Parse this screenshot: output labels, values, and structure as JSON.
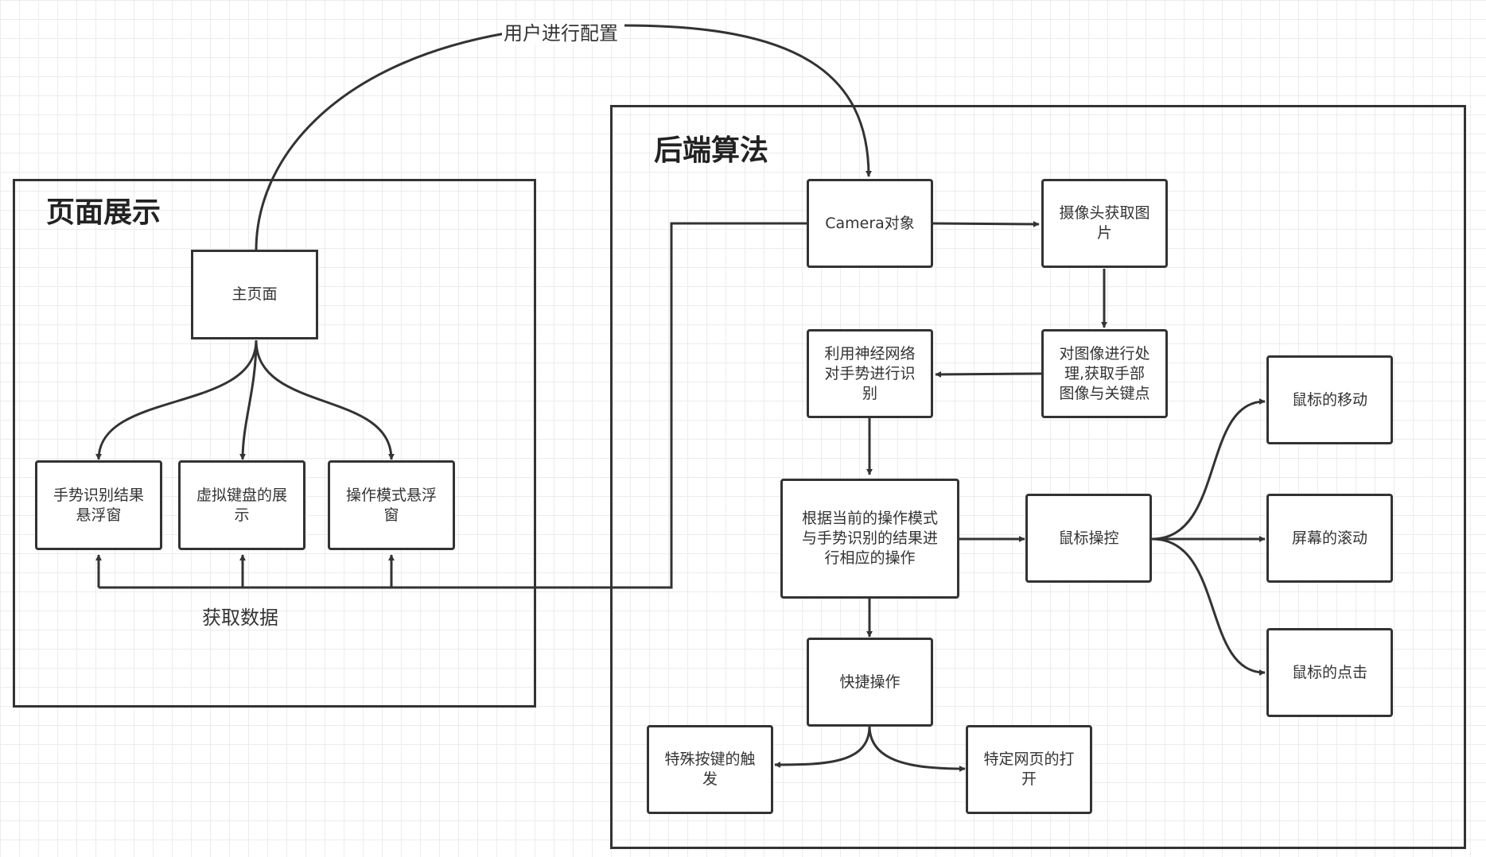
{
  "groups": {
    "frontend": "页面展示",
    "backend": "后端算法"
  },
  "nodes": {
    "main_page": "主页面",
    "gesture_float": "手势识别结果\n悬浮窗",
    "keyboard": "虚拟键盘的展\n示",
    "mode_float": "操作模式悬浮\n窗",
    "camera": "Camera对象",
    "capture": "摄像头获取图\n片",
    "process": "对图像进行处\n理,获取手部\n图像与关键点",
    "nn": "利用神经网络\n对手势进行识\n别",
    "operate": "根据当前的操作模式\n与手势识别的结果进\n行相应的操作",
    "mouse": "鼠标操控",
    "mouse_move": "鼠标的移动",
    "scroll": "屏幕的滚动",
    "click": "鼠标的点击",
    "shortcut": "快捷操作",
    "special_key": "特殊按键的触\n发",
    "open_page": "特定网页的打\n开"
  },
  "labels": {
    "config": "用户进行配置",
    "fetch": "获取数据"
  }
}
